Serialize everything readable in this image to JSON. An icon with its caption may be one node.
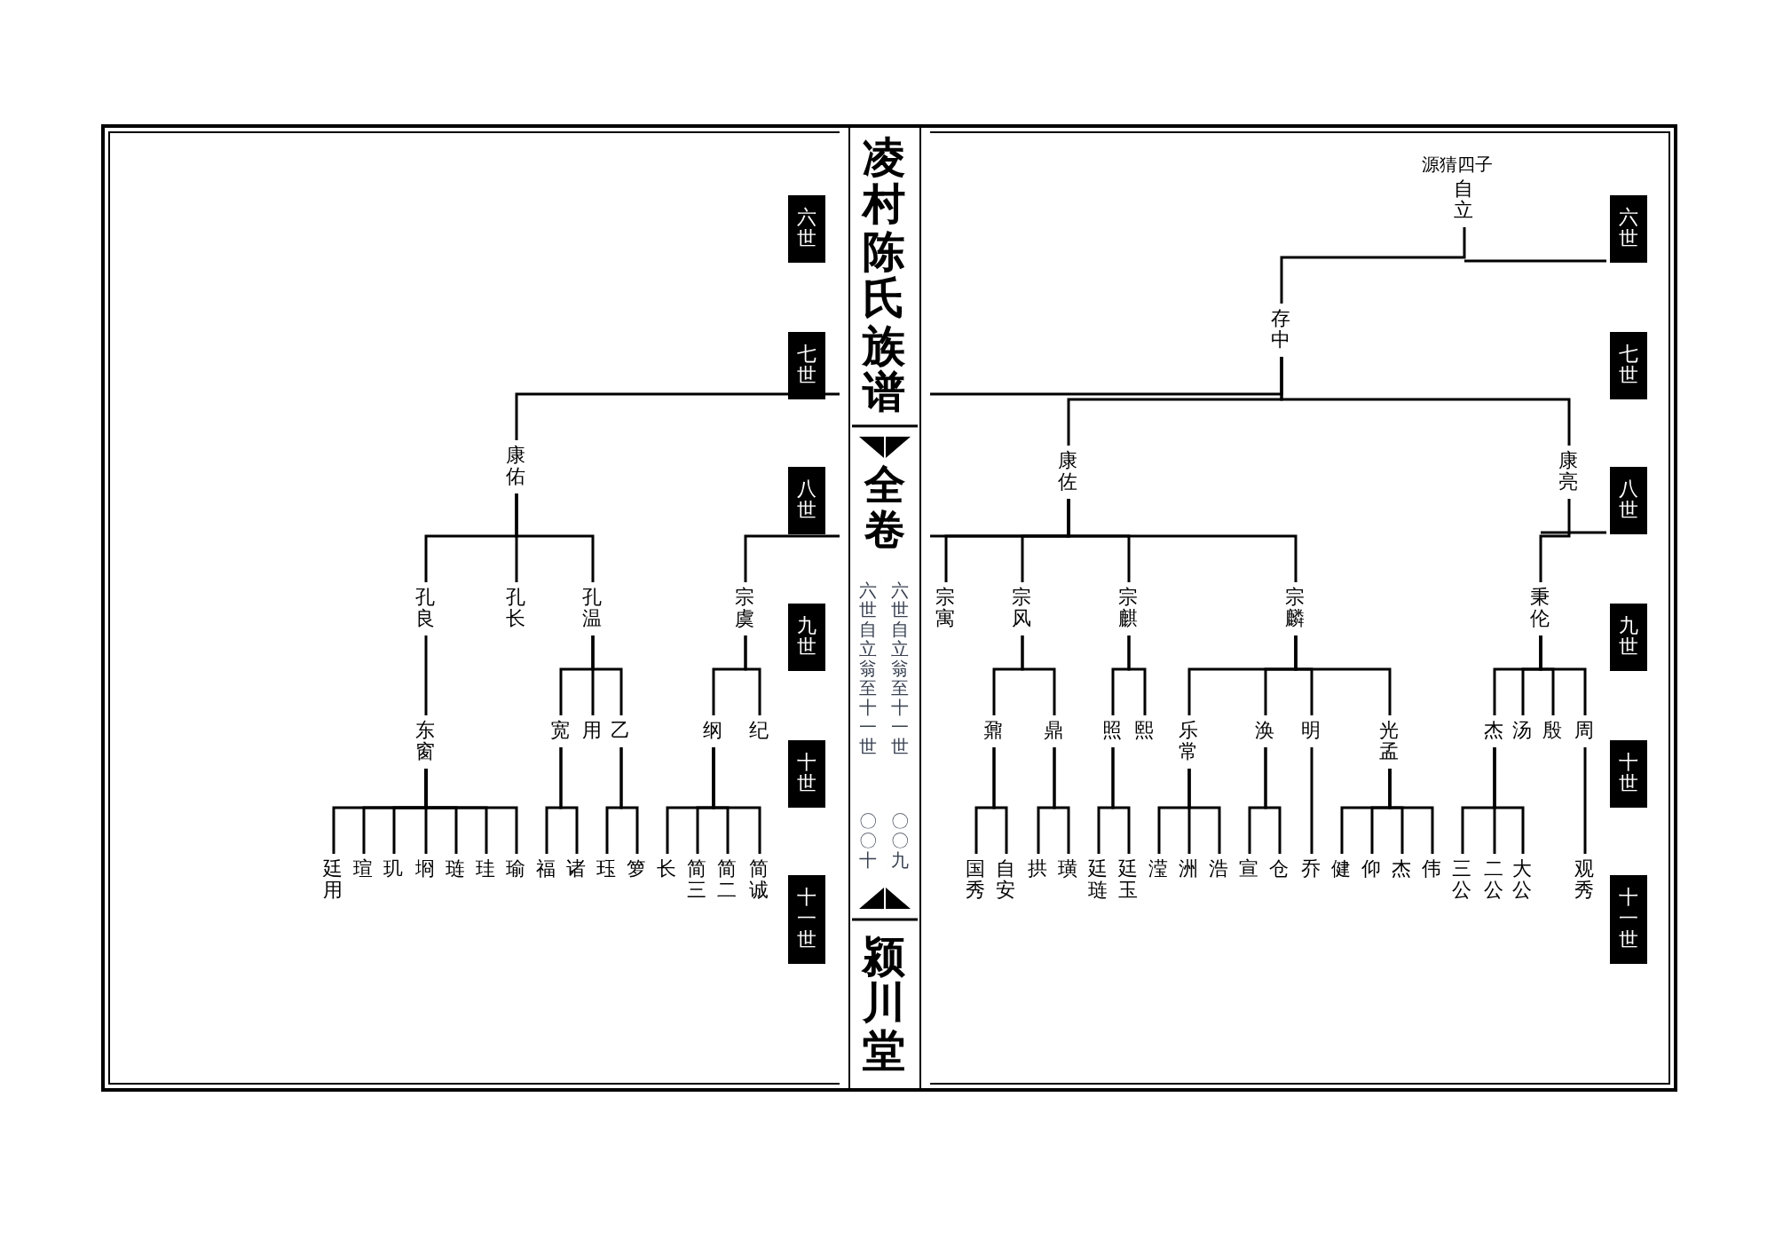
{
  "diagram": {
    "title": "凌村陈氏族谱",
    "nodes": [
      {
        "text": [
          "自立"
        ],
        "beside": [
          "源猜四子"
        ]
      },
      {
        "text": [
          "存中"
        ]
      },
      {
        "text": [
          "康佐"
        ]
      },
      {
        "text": [
          "康亮"
        ]
      },
      {
        "text": [
          "康佑"
        ]
      },
      {
        "text": [
          "宗寓"
        ]
      },
      {
        "text": [
          "宗风"
        ]
      },
      {
        "text": [
          "宗麒"
        ]
      },
      {
        "text": [
          "宗麟"
        ]
      },
      {
        "text": [
          "秉伦"
        ]
      },
      {
        "text": [
          "孔良"
        ]
      },
      {
        "text": [
          "孔长"
        ]
      },
      {
        "text": [
          "孔温"
        ]
      },
      {
        "text": [
          "宗虞"
        ]
      },
      {
        "text": [
          "鼐"
        ]
      },
      {
        "text": [
          "鼎"
        ]
      },
      {
        "text": [
          "照"
        ]
      },
      {
        "text": [
          "熙"
        ]
      },
      {
        "text": [
          "乐常"
        ]
      },
      {
        "text": [
          "涣"
        ]
      },
      {
        "text": [
          "明"
        ]
      },
      {
        "text": [
          "光孟"
        ]
      },
      {
        "text": [
          "杰"
        ]
      },
      {
        "text": [
          "汤"
        ]
      },
      {
        "text": [
          "殷"
        ]
      },
      {
        "text": [
          "周"
        ]
      },
      {
        "text": [
          "东窗"
        ]
      },
      {
        "text": [
          "宽"
        ]
      },
      {
        "text": [
          "用"
        ]
      },
      {
        "text": [
          "乙"
        ]
      },
      {
        "text": [
          "纲"
        ]
      },
      {
        "text": [
          "纪"
        ]
      },
      {
        "text": [
          "国秀"
        ]
      },
      {
        "text": [
          "自安"
        ]
      },
      {
        "text": [
          "拱"
        ]
      },
      {
        "text": [
          "璜"
        ]
      },
      {
        "text": [
          "廷琏"
        ]
      },
      {
        "text": [
          "廷玉"
        ]
      },
      {
        "text": [
          "滢"
        ]
      },
      {
        "text": [
          "洲"
        ]
      },
      {
        "text": [
          "浩"
        ]
      },
      {
        "text": [
          "宣"
        ]
      },
      {
        "text": [
          "仓"
        ]
      },
      {
        "text": [
          "乔"
        ]
      },
      {
        "text": [
          "健"
        ]
      },
      {
        "text": [
          "仰"
        ]
      },
      {
        "text": [
          "杰"
        ]
      },
      {
        "text": [
          "伟"
        ]
      },
      {
        "text": [
          "三公"
        ]
      },
      {
        "text": [
          "二公"
        ]
      },
      {
        "text": [
          "大公"
        ]
      },
      {
        "text": [
          "观秀"
        ]
      },
      {
        "text": [
          "廷用"
        ]
      },
      {
        "text": [
          "瑄"
        ]
      },
      {
        "text": [
          "玑"
        ]
      },
      {
        "text": [
          "埛"
        ]
      },
      {
        "text": [
          "琏"
        ]
      },
      {
        "text": [
          "珪"
        ]
      },
      {
        "text": [
          "瑜"
        ]
      },
      {
        "text": [
          "福"
        ]
      },
      {
        "text": [
          "诸"
        ]
      },
      {
        "text": [
          "珏"
        ]
      },
      {
        "text": [
          "箩"
        ]
      },
      {
        "text": [
          "长"
        ]
      },
      {
        "text": [
          "简三"
        ]
      },
      {
        "text": [
          "简二"
        ]
      },
      {
        "text": [
          "简诚"
        ]
      }
    ],
    "edges": [
      {
        "from": 0,
        "to": 1,
        "arrow": "none"
      },
      {
        "from": 1,
        "to": 2,
        "arrow": "none"
      },
      {
        "from": 1,
        "to": 3,
        "arrow": "none"
      },
      {
        "from": 1,
        "to": 4,
        "arrow": "none"
      },
      {
        "from": 2,
        "to": 5,
        "arrow": "none"
      },
      {
        "from": 2,
        "to": 6,
        "arrow": "none"
      },
      {
        "from": 2,
        "to": 7,
        "arrow": "none"
      },
      {
        "from": 2,
        "to": 8,
        "arrow": "none"
      },
      {
        "from": 2,
        "to": 13,
        "arrow": "none"
      },
      {
        "from": 3,
        "to": 9,
        "arrow": "none"
      },
      {
        "from": 4,
        "to": 10,
        "arrow": "none"
      },
      {
        "from": 4,
        "to": 11,
        "arrow": "none"
      },
      {
        "from": 4,
        "to": 12,
        "arrow": "none"
      },
      {
        "from": 6,
        "to": 14,
        "arrow": "none"
      },
      {
        "from": 6,
        "to": 15,
        "arrow": "none"
      },
      {
        "from": 7,
        "to": 16,
        "arrow": "none"
      },
      {
        "from": 7,
        "to": 17,
        "arrow": "none"
      },
      {
        "from": 8,
        "to": 18,
        "arrow": "none"
      },
      {
        "from": 8,
        "to": 19,
        "arrow": "none"
      },
      {
        "from": 8,
        "to": 20,
        "arrow": "none"
      },
      {
        "from": 8,
        "to": 21,
        "arrow": "none"
      },
      {
        "from": 9,
        "to": 22,
        "arrow": "none"
      },
      {
        "from": 9,
        "to": 23,
        "arrow": "none"
      },
      {
        "from": 9,
        "to": 24,
        "arrow": "none"
      },
      {
        "from": 9,
        "to": 25,
        "arrow": "none"
      },
      {
        "from": 10,
        "to": 26,
        "arrow": "none"
      },
      {
        "from": 12,
        "to": 27,
        "arrow": "none"
      },
      {
        "from": 12,
        "to": 28,
        "arrow": "none"
      },
      {
        "from": 12,
        "to": 29,
        "arrow": "none"
      },
      {
        "from": 13,
        "to": 30,
        "arrow": "none"
      },
      {
        "from": 13,
        "to": 31,
        "arrow": "none"
      },
      {
        "from": 14,
        "to": 32,
        "arrow": "none"
      },
      {
        "from": 14,
        "to": 33,
        "arrow": "none"
      },
      {
        "from": 15,
        "to": 34,
        "arrow": "none"
      },
      {
        "from": 15,
        "to": 35,
        "arrow": "none"
      },
      {
        "from": 16,
        "to": 36,
        "arrow": "none"
      },
      {
        "from": 16,
        "to": 37,
        "arrow": "none"
      },
      {
        "from": 18,
        "to": 38,
        "arrow": "none"
      },
      {
        "from": 18,
        "to": 39,
        "arrow": "none"
      },
      {
        "from": 18,
        "to": 40,
        "arrow": "none"
      },
      {
        "from": 19,
        "to": 41,
        "arrow": "none"
      },
      {
        "from": 19,
        "to": 42,
        "arrow": "none"
      },
      {
        "from": 20,
        "to": 43,
        "arrow": "none"
      },
      {
        "from": 21,
        "to": 44,
        "arrow": "none"
      },
      {
        "from": 21,
        "to": 45,
        "arrow": "none"
      },
      {
        "from": 21,
        "to": 46,
        "arrow": "none"
      },
      {
        "from": 21,
        "to": 47,
        "arrow": "none"
      },
      {
        "from": 22,
        "to": 48,
        "arrow": "none"
      },
      {
        "from": 22,
        "to": 49,
        "arrow": "none"
      },
      {
        "from": 22,
        "to": 50,
        "arrow": "none"
      },
      {
        "from": 25,
        "to": 51,
        "arrow": "none"
      },
      {
        "from": 26,
        "to": 52,
        "arrow": "none"
      },
      {
        "from": 26,
        "to": 53,
        "arrow": "none"
      },
      {
        "from": 26,
        "to": 54,
        "arrow": "none"
      },
      {
        "from": 26,
        "to": 55,
        "arrow": "none"
      },
      {
        "from": 26,
        "to": 56,
        "arrow": "none"
      },
      {
        "from": 26,
        "to": 57,
        "arrow": "none"
      },
      {
        "from": 26,
        "to": 58,
        "arrow": "none"
      },
      {
        "from": 27,
        "to": 59,
        "arrow": "none"
      },
      {
        "from": 27,
        "to": 60,
        "arrow": "none"
      },
      {
        "from": 29,
        "to": 61,
        "arrow": "none"
      },
      {
        "from": 29,
        "to": 62,
        "arrow": "none"
      },
      {
        "from": 30,
        "to": 63,
        "arrow": "none"
      },
      {
        "from": 30,
        "to": 64,
        "arrow": "none"
      },
      {
        "from": 30,
        "to": 65,
        "arrow": "none"
      },
      {
        "from": 30,
        "to": 66,
        "arrow": "none"
      }
    ],
    "labels": [
      "全卷",
      "六世自立翁至十一世",
      "〇〇九",
      "六世自立翁至十一世",
      "〇〇十",
      "颍川堂",
      "六世",
      "七世",
      "八世",
      "九世",
      "十世",
      "十一世",
      "六世",
      "七世",
      "八世",
      "九世",
      "十世",
      "十一世"
    ]
  }
}
